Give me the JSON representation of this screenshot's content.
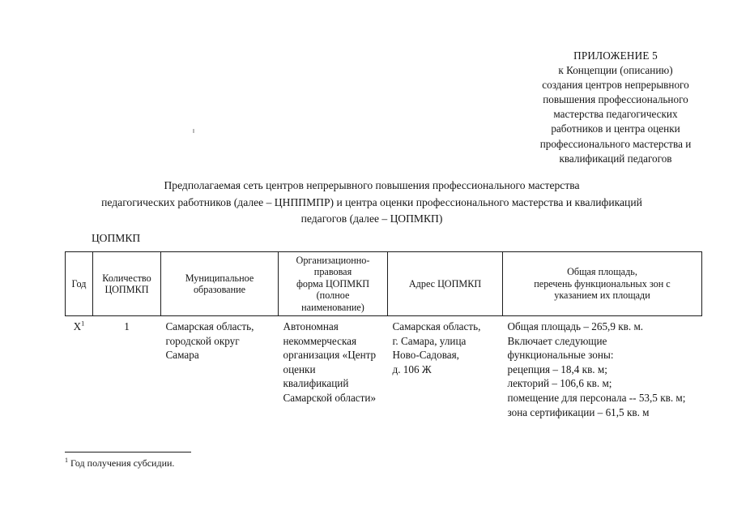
{
  "document": {
    "appendix_header": {
      "lines": [
        "ПРИЛОЖЕНИЕ 5",
        "к Концепции (описанию)",
        "создания центров непрерывного",
        "повышения профессионального",
        "мастерства педагогических",
        "работников и центра оценки",
        "профессионального мастерства и",
        "квалификаций педагогов"
      ]
    },
    "intro_paragraph": {
      "lines": [
        "Предполагаемая сеть центров непрерывного повышения профессионального мастерства",
        "педагогических работников (далее – ЦНППМПР) и центра оценки профессионального мастерства и квалификаций",
        "педагогов (далее – ЦОПМКП)"
      ]
    },
    "table_caption": "ЦОПМКП",
    "table": {
      "headers": [
        {
          "lines": [
            "Год"
          ]
        },
        {
          "lines": [
            "Количество",
            "ЦОПМКП"
          ]
        },
        {
          "lines": [
            "Муниципальное",
            "образование"
          ]
        },
        {
          "lines": [
            "Организационно-",
            "правовая",
            "форма ЦОПМКП",
            "(полное",
            "наименование)"
          ]
        },
        {
          "lines": [
            "Адрес ЦОПМКП"
          ]
        },
        {
          "lines": [
            "Общая площадь,",
            "перечень функциональных зон с",
            "указанием их площади"
          ]
        }
      ],
      "rows": [
        {
          "year": "X",
          "year_footnote": "1",
          "count": "1",
          "municipality": [
            "Самарская область,",
            "городской округ",
            "Самара"
          ],
          "legal_form": [
            "Автономная",
            "некоммерческая",
            "организация «Центр",
            "оценки",
            "квалификаций",
            "Самарской области»"
          ],
          "address": [
            "Самарская область,",
            "г. Самара, улица",
            "Ново-Садовая,",
            "д. 106 Ж"
          ],
          "area": [
            "Общая площадь – 265,9 кв. м.",
            "Включает следующие",
            "функциональные зоны:",
            "рецепция – 18,4 кв. м;",
            "лекторий – 106,6 кв. м;",
            "помещение для персонала -- 53,5 кв. м;",
            "зона сертификации – 61,5 кв. м"
          ]
        }
      ]
    },
    "footnote": {
      "marker": "1",
      "text": "Год получения субсидии."
    }
  }
}
